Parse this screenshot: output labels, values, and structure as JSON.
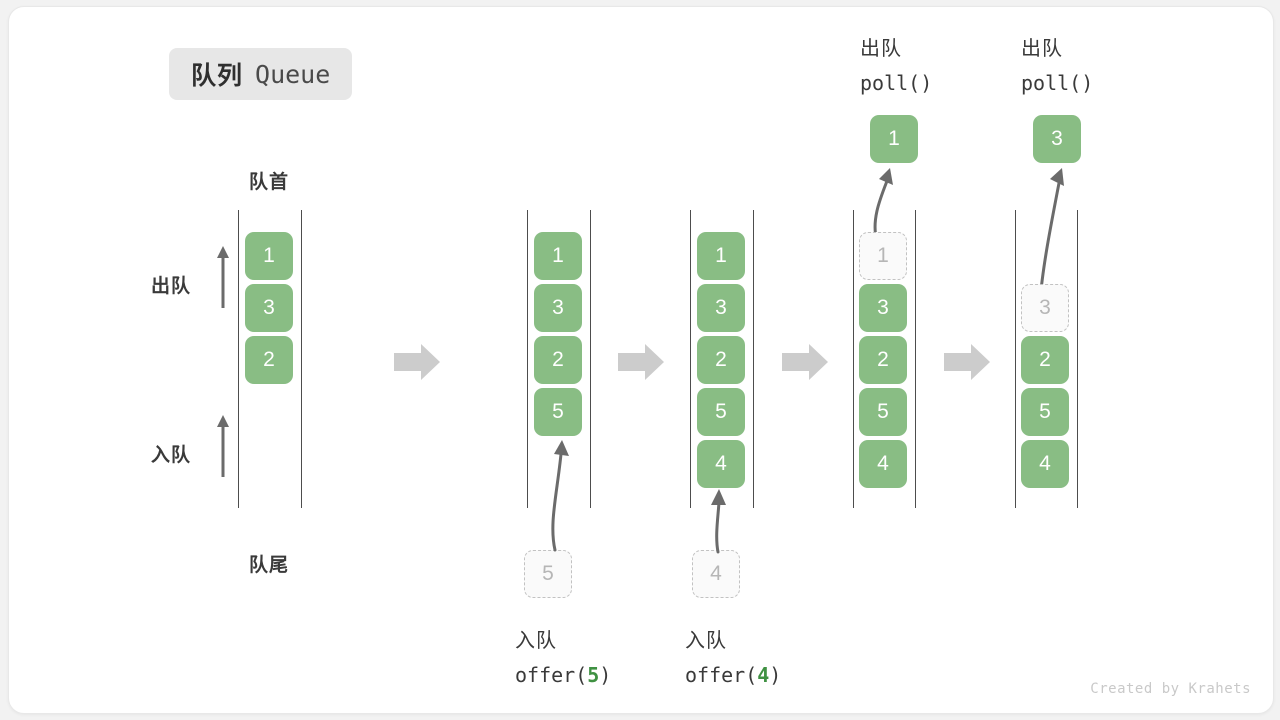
{
  "title": {
    "cn": "队列",
    "en": "Queue"
  },
  "anchors": {
    "front": "队首",
    "rear": "队尾"
  },
  "side_markers": [
    {
      "label": "出队",
      "icon": "arrow-up-icon"
    },
    {
      "label": "入队",
      "icon": "arrow-up-icon"
    }
  ],
  "credit": "Created by Krahets",
  "colors": {
    "cell_fill": "#89bd84",
    "cell_text": "#ffffff",
    "ghost_fill": "#fafafa",
    "ghost_border": "#c2c2c2",
    "ghost_text": "#b6b6b6",
    "rail": "#4d4d4d",
    "arrow": "#6b6b6b",
    "separator": "#cccccc",
    "badge_bg": "#e7e7e7",
    "text": "#3a3a3a",
    "code_number": "#3f9142",
    "credit": "#c9c9c9",
    "canvas": "#ffffff",
    "page": "#f2f2f2"
  },
  "separator_icon": "block-arrow-right-icon",
  "stages": [
    {
      "id": "initial",
      "cells": [
        "1",
        "3",
        "2"
      ],
      "ghost_index": null,
      "caption": null,
      "input_ghost": null,
      "output_cell": null
    },
    {
      "id": "offer-5",
      "cells": [
        "1",
        "3",
        "2",
        "5"
      ],
      "ghost_index": null,
      "caption": {
        "cn": "入队",
        "fn": "offer(",
        "arg": "5",
        "fn_close": ")"
      },
      "input_ghost": "5",
      "output_cell": null
    },
    {
      "id": "offer-4",
      "cells": [
        "1",
        "3",
        "2",
        "5",
        "4"
      ],
      "ghost_index": null,
      "caption": {
        "cn": "入队",
        "fn": "offer(",
        "arg": "4",
        "fn_close": ")"
      },
      "input_ghost": "4",
      "output_cell": null
    },
    {
      "id": "poll-1",
      "cells": [
        "1",
        "3",
        "2",
        "5",
        "4"
      ],
      "ghost_index": 0,
      "header": {
        "cn": "出队",
        "fn": "poll()"
      },
      "input_ghost": null,
      "output_cell": "1"
    },
    {
      "id": "poll-3",
      "cells": [
        "3",
        "2",
        "5",
        "4"
      ],
      "ghost_index": 0,
      "ghost_slot": 1,
      "header": {
        "cn": "出队",
        "fn": "poll()"
      },
      "input_ghost": null,
      "output_cell": "3"
    }
  ]
}
